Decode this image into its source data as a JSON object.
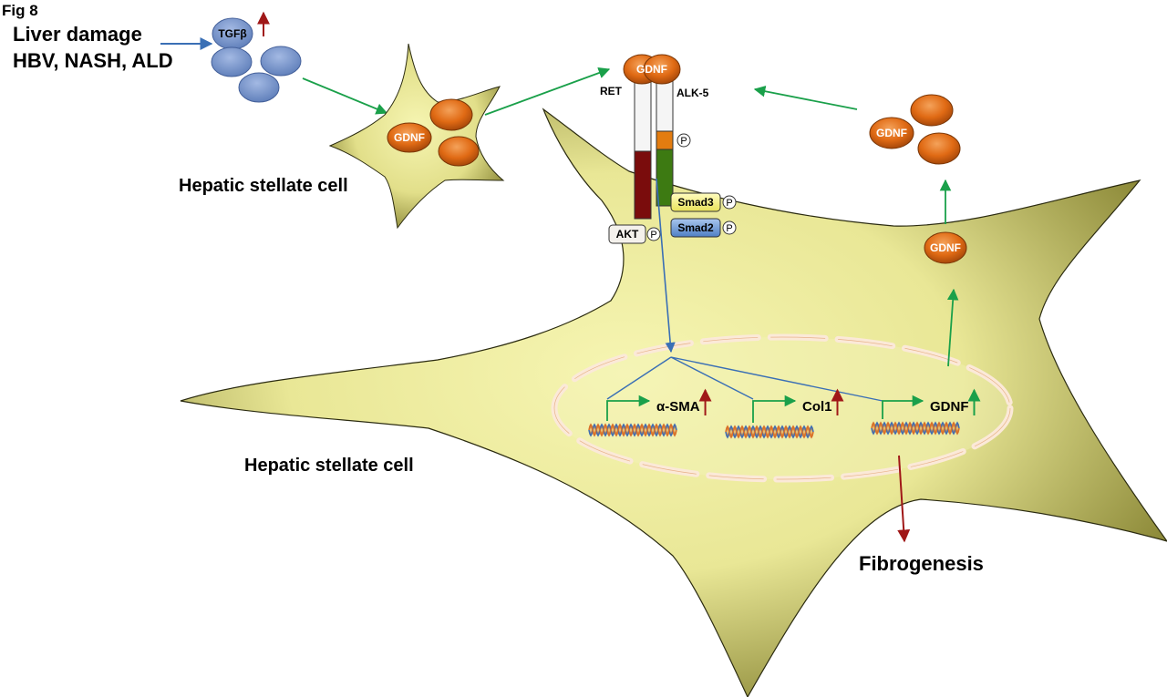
{
  "figure_label": "Fig 8",
  "trigger": {
    "line1": "Liver damage",
    "line2": "HBV, NASH, ALD"
  },
  "tgf_label": "TGFβ",
  "small_cell": {
    "label": "Hepatic stellate cell",
    "ligand_label": "GDNF"
  },
  "big_cell": {
    "label": "Hepatic stellate cell"
  },
  "receptors": {
    "ligand_label": "GDNF",
    "ret_label": "RET",
    "alk5_label": "ALK-5",
    "phospho_label": "P"
  },
  "signaling": {
    "akt_label": "AKT",
    "smad3_label": "Smad3",
    "smad2_label": "Smad2"
  },
  "genes": [
    {
      "label": "α-SMA",
      "arrow": "up",
      "arrow_color": "#a01818"
    },
    {
      "label": "Col1",
      "arrow": "up",
      "arrow_color": "#a01818"
    },
    {
      "label": "GDNF",
      "arrow": "up",
      "arrow_color": "#1aa04a"
    }
  ],
  "secreted": {
    "label": "GDNF",
    "cluster_label": "GDNF"
  },
  "outcome": {
    "label": "Fibrogenesis"
  },
  "colors": {
    "cell_fill": "#f1f0a6",
    "cell_edge": "#878431",
    "gdnf": "#e06a14",
    "tgf": "#6f8fc9",
    "arrow_green": "#1aa04a",
    "arrow_blue": "#3a6fb5",
    "arrow_red": "#a01818",
    "ret_dark": "#7a0c0c",
    "alk5_green": "#3d7a12",
    "alk5_orange": "#e37c10",
    "smad3": "#f6f27a",
    "smad2": "#6f9ed8"
  }
}
